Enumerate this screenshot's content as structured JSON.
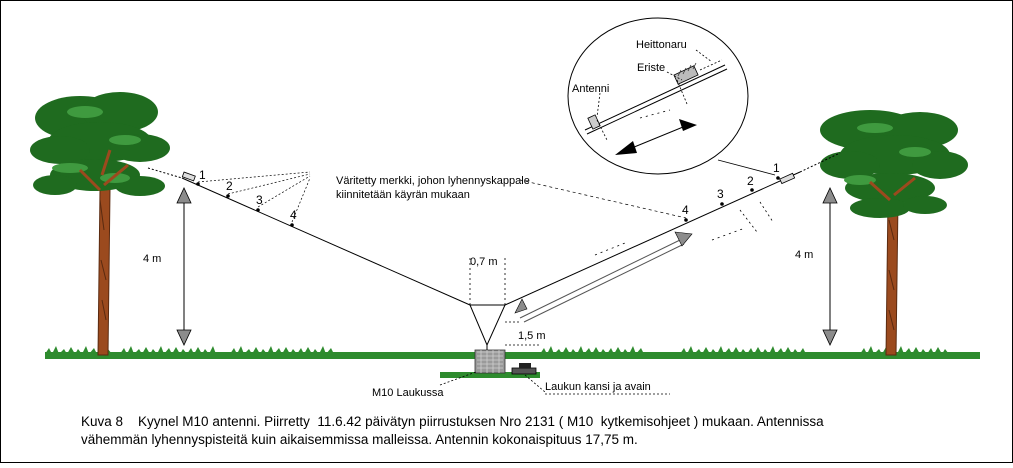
{
  "labels": {
    "throw_cord": "Heittonaru",
    "insulator": "Eriste",
    "antenna": "Antenni",
    "marker_line1": "Väritetty merkki, johon lyhennyskappale",
    "marker_line2": "kiinnitetään käyrän mukaan",
    "height_left": "4 m",
    "height_right": "4 m",
    "width": "0,7 m",
    "drop": "1,5 m",
    "case": "M10 Laukussa",
    "lid_key": "Laukun kansi ja avain"
  },
  "points_left": [
    "1",
    "2",
    "3",
    "4"
  ],
  "points_right": [
    "1",
    "2",
    "3",
    "4"
  ],
  "caption": {
    "line1": "Kuva 8    Kyynel M10 antenni. Piirretty  11.6.42 päivätyn piirrustuksen Nro 2131 ( M10  kytkemisohjeet ) mukaan. Antennissa",
    "line2": "vähemmän lyhennyspisteitä kuin aikaisemmissa malleissa. Antennin kokonaispituus 17,75 m."
  },
  "colors": {
    "foliage": "#1f6b1f",
    "foliage_light": "#3f9a3f",
    "trunk": "#9b4a1e",
    "grass": "#2e8b2e",
    "arrow_fill": "#8c8c8c"
  }
}
